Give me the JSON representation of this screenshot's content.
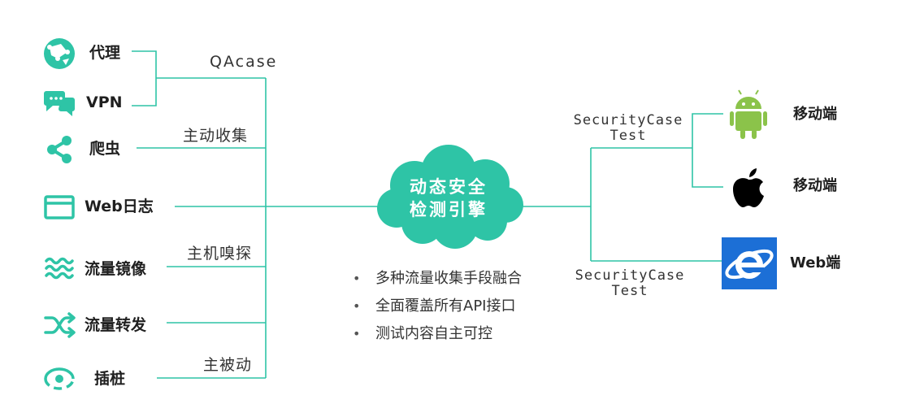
{
  "sources": [
    {
      "label": "代理",
      "icon": "globe-network-icon"
    },
    {
      "label": "VPN",
      "icon": "chat-bubbles-icon"
    },
    {
      "label": "爬虫",
      "icon": "share-icon"
    },
    {
      "label": "Web日志",
      "icon": "browser-window-icon"
    },
    {
      "label": "流量镜像",
      "icon": "waves-icon"
    },
    {
      "label": "流量转发",
      "icon": "shuffle-icon"
    },
    {
      "label": "插桩",
      "icon": "target-icon"
    }
  ],
  "groups": {
    "qacase": "QAcase",
    "active_collect": "主动收集",
    "host_sniff": "主机嗅探",
    "passive": "主被动"
  },
  "engine": {
    "line1": "动态安全",
    "line2": "检测引擎"
  },
  "features": [
    "多种流量收集手段融合",
    "全面覆盖所有API接口",
    "测试内容自主可控"
  ],
  "targets": {
    "android": {
      "label": "移动端",
      "icon": "android-icon"
    },
    "ios": {
      "label": "移动端",
      "icon": "apple-icon"
    },
    "web": {
      "label": "Web端",
      "icon": "ie-browser-icon"
    }
  },
  "security_case_top": {
    "line1": "SecurityCase",
    "line2": "Test"
  },
  "security_case_bottom": {
    "line1": "SecurityCase",
    "line2": "Test"
  },
  "colors": {
    "accent": "#2ec4a6",
    "cloud": "#2ec4a6",
    "ie": "#1c6fd6"
  }
}
